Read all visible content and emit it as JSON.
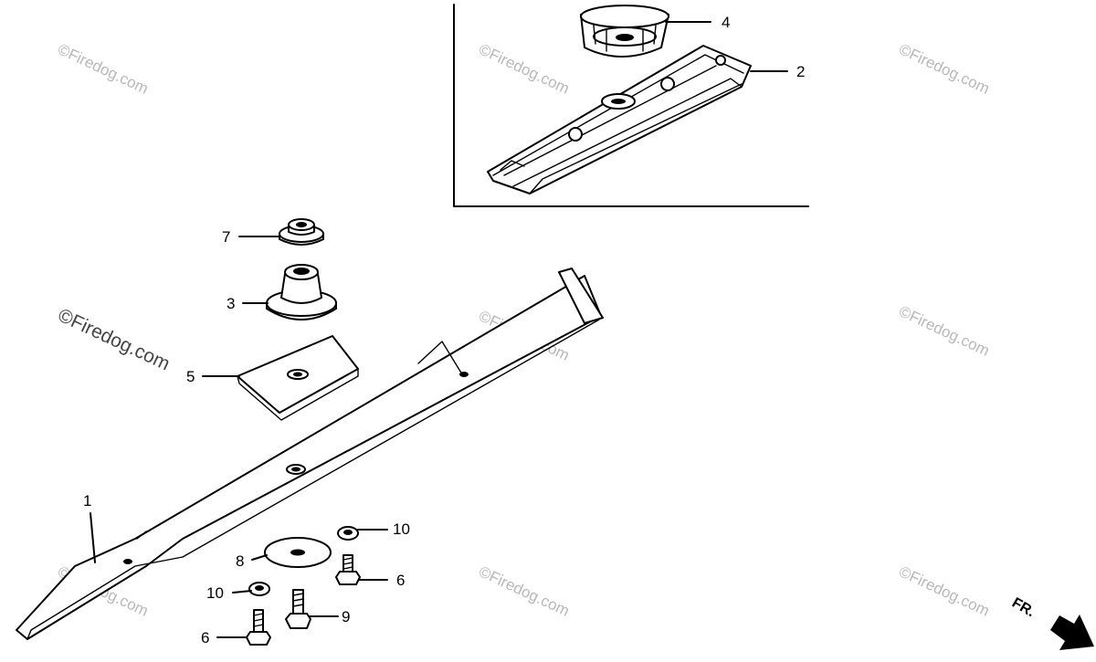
{
  "diagram": {
    "callouts": [
      "1",
      "2",
      "3",
      "4",
      "5",
      "6",
      "6",
      "7",
      "8",
      "9",
      "10",
      "10"
    ],
    "watermark": "©Firedog.com",
    "front_label": "FR."
  }
}
